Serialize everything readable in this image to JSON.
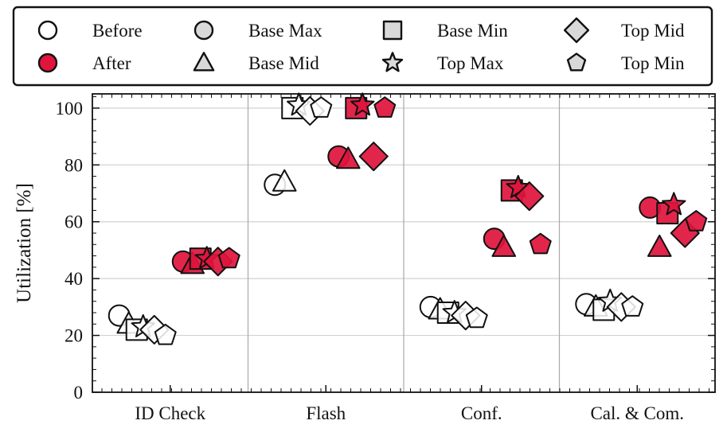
{
  "chart_data": {
    "type": "scatter",
    "categories": [
      "ID Check",
      "Flash",
      "Conf.",
      "Cal. & Com."
    ],
    "ylabel": "Utilization [%]",
    "ylim": [
      0,
      105
    ],
    "yticks": [
      0,
      20,
      40,
      60,
      80,
      100
    ],
    "grid": true,
    "legend_position": "top",
    "colors": {
      "before": "#ffffff",
      "after": "#e0143c",
      "edge": "#111111"
    },
    "states": [
      {
        "key": "before",
        "label": "Before"
      },
      {
        "key": "after",
        "label": "After"
      }
    ],
    "markers": [
      {
        "key": "base_max",
        "label": "Base Max",
        "shape": "circle"
      },
      {
        "key": "base_mid",
        "label": "Base Mid",
        "shape": "triangle"
      },
      {
        "key": "base_min",
        "label": "Base Min",
        "shape": "square"
      },
      {
        "key": "top_max",
        "label": "Top Max",
        "shape": "star"
      },
      {
        "key": "top_mid",
        "label": "Top Mid",
        "shape": "diamond"
      },
      {
        "key": "top_min",
        "label": "Top Min",
        "shape": "pentagon"
      }
    ],
    "series": [
      {
        "name": "Before",
        "state": "before",
        "values": {
          "base_max": [
            27,
            73,
            30,
            31
          ],
          "base_mid": [
            24,
            74,
            29,
            30
          ],
          "base_min": [
            22,
            100,
            28,
            29
          ],
          "top_max": [
            23,
            101,
            28,
            32
          ],
          "top_mid": [
            22,
            99,
            27,
            30
          ],
          "top_min": [
            20,
            100,
            26,
            30
          ]
        }
      },
      {
        "name": "After",
        "state": "after",
        "values": {
          "base_max": [
            46,
            83,
            54,
            65
          ],
          "base_mid": [
            45,
            82,
            51,
            51
          ],
          "base_min": [
            47,
            100,
            71,
            63
          ],
          "top_max": [
            47,
            101,
            72,
            66
          ],
          "top_mid": [
            46,
            83,
            69,
            56
          ],
          "top_min": [
            47,
            100,
            52,
            60
          ]
        }
      }
    ]
  }
}
